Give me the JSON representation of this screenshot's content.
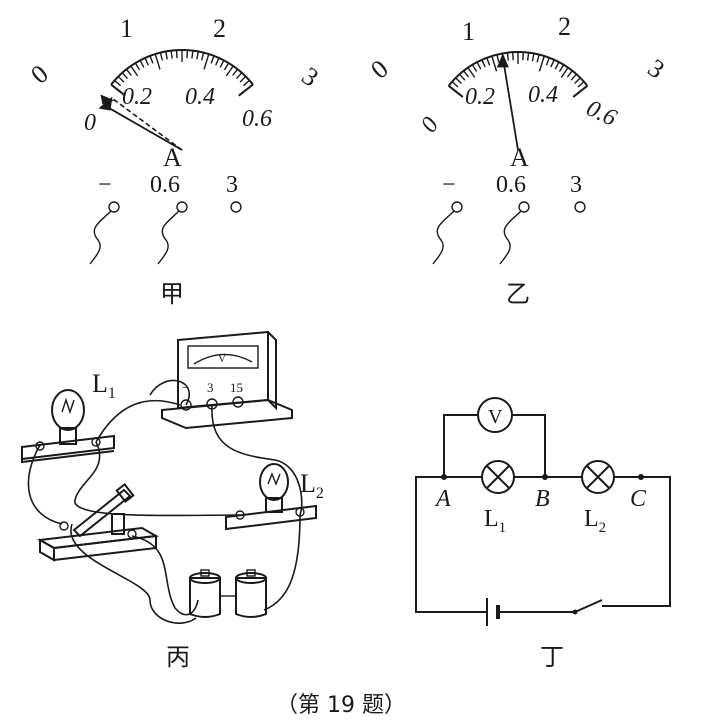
{
  "meters": [
    {
      "id": "jia",
      "caption": "甲",
      "outer_scale_labels": [
        "0",
        "1",
        "2",
        "3"
      ],
      "inner_scale_labels": [
        "0",
        "0.2",
        "0.4",
        "0.6"
      ],
      "unit_label": "A",
      "terminal_labels": [
        "−",
        "0.6",
        "3"
      ],
      "needle_reading_fraction": 0.0,
      "needle_state": "deflected-left-below-zero"
    },
    {
      "id": "yi",
      "caption": "乙",
      "outer_scale_labels": [
        "0",
        "1",
        "2",
        "3"
      ],
      "inner_scale_labels": [
        "0",
        "0.2",
        "0.4",
        "0.6"
      ],
      "unit_label": "A",
      "terminal_labels": [
        "−",
        "0.6",
        "3"
      ],
      "needle_reading_fraction": 0.4,
      "needle_state": "normal"
    }
  ],
  "bing": {
    "caption": "丙",
    "lamp1_label": "L",
    "lamp1_sub": "1",
    "lamp2_label": "L",
    "lamp2_sub": "2",
    "voltmeter_face_label": "V",
    "voltmeter_terminals": [
      "−",
      "3",
      "15"
    ]
  },
  "ding": {
    "caption": "丁",
    "voltmeter_label": "V",
    "node_labels": [
      "A",
      "B",
      "C"
    ],
    "lamp1_label": "L",
    "lamp1_sub": "1",
    "lamp2_label": "L",
    "lamp2_sub": "2"
  },
  "figure_caption": "（第 19 题）"
}
